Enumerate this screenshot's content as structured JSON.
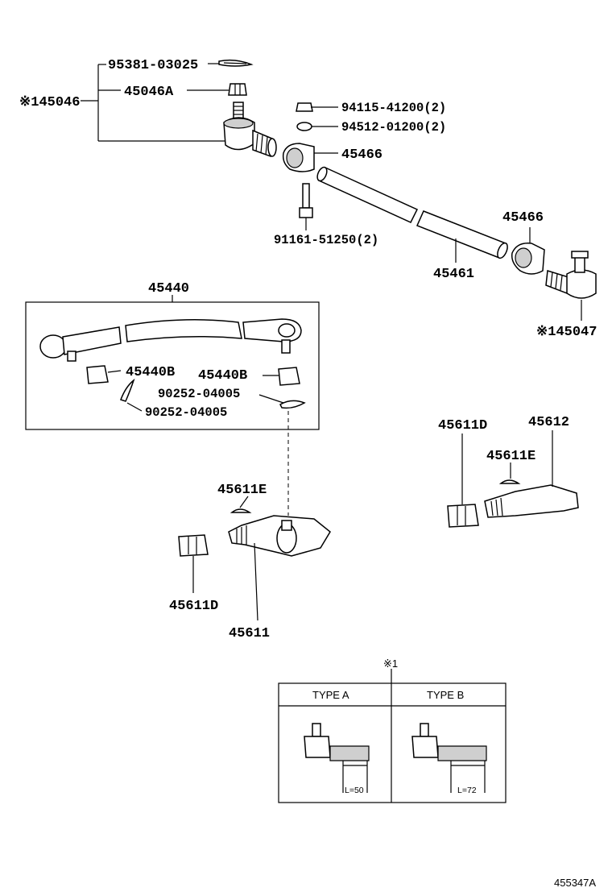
{
  "labels": {
    "p95381": "95381-03025",
    "p45046A": "45046A",
    "p45046": "※145046",
    "p94115": "94115-41200(2)",
    "p94512": "94512-01200(2)",
    "p45466a": "45466",
    "p91161": "91161-51250(2)",
    "p45466b": "45466",
    "p45461": "45461",
    "p45047": "※145047",
    "p45440": "45440",
    "p45440B_l": "45440B",
    "p45440B_r": "45440B",
    "p90252a": "90252-04005",
    "p90252b": "90252-04005",
    "p45611E_l": "45611E",
    "p45611D_l": "45611D",
    "p45611": "45611",
    "p45611D_r": "45611D",
    "p45612": "45612",
    "p45611E_r": "45611E"
  },
  "inset": {
    "ref": "※1",
    "type_a": "TYPE A",
    "type_b": "TYPE B",
    "dim_a": "L=50",
    "dim_b": "L=72"
  },
  "figure_id": "455347A"
}
